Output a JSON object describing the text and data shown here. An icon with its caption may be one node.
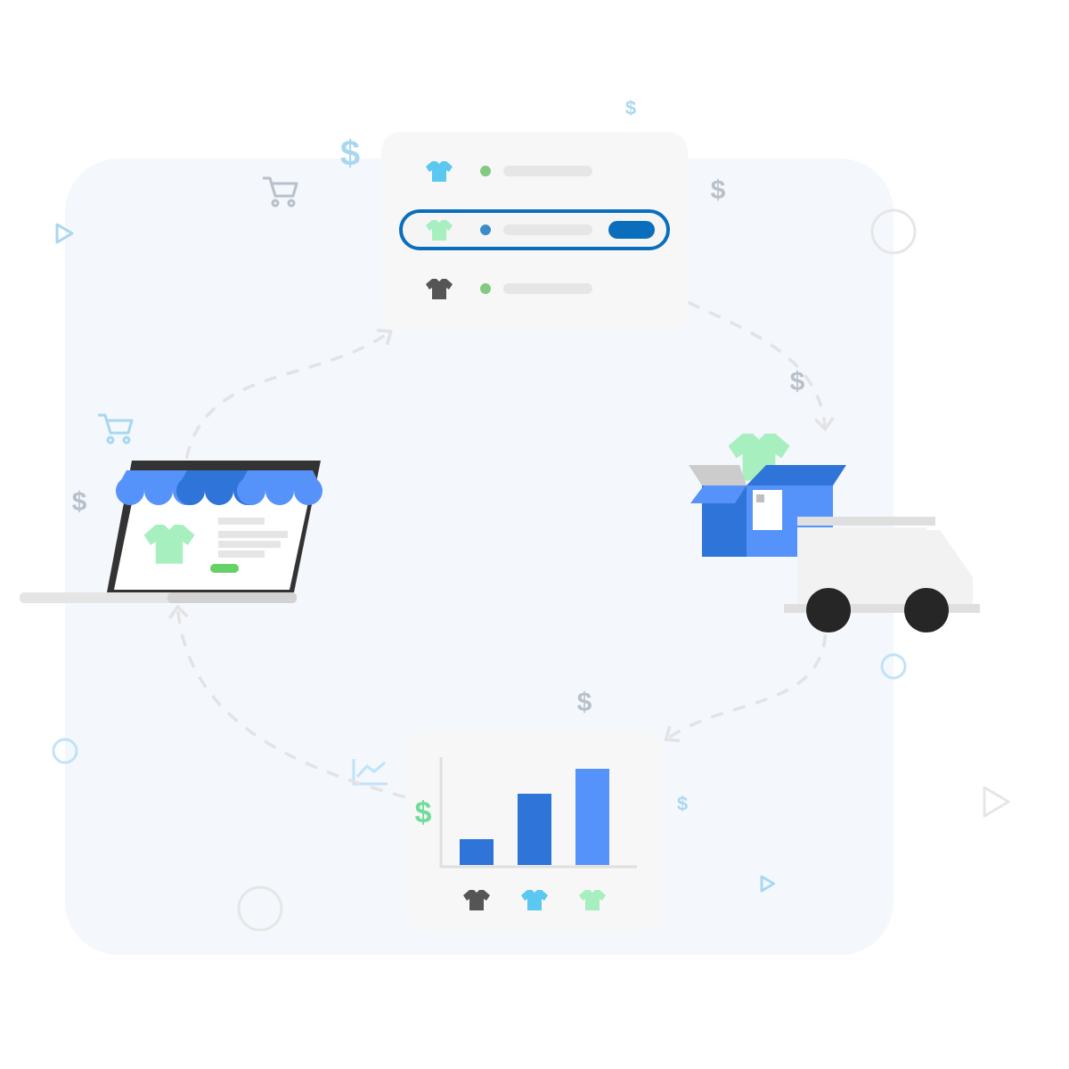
{
  "diagram": {
    "nodes": [
      {
        "text": [],
        "shape": "picture"
      },
      {
        "text": [],
        "shape": "picture"
      },
      {
        "text": [],
        "shape": "picture"
      },
      {
        "text": [],
        "shape": "picture"
      }
    ],
    "edges": [
      {
        "from": 3,
        "to": 0,
        "arrow": "to",
        "style": "dashed"
      },
      {
        "from": 0,
        "to": 1,
        "arrow": "to",
        "style": "dashed"
      },
      {
        "from": 1,
        "to": 2,
        "arrow": "to",
        "style": "dashed"
      },
      {
        "from": 2,
        "to": 3,
        "arrow": "to",
        "style": "dashed"
      }
    ],
    "labels": [
      "$",
      "$",
      "$",
      "$",
      "$",
      "$",
      "$",
      "$"
    ]
  }
}
